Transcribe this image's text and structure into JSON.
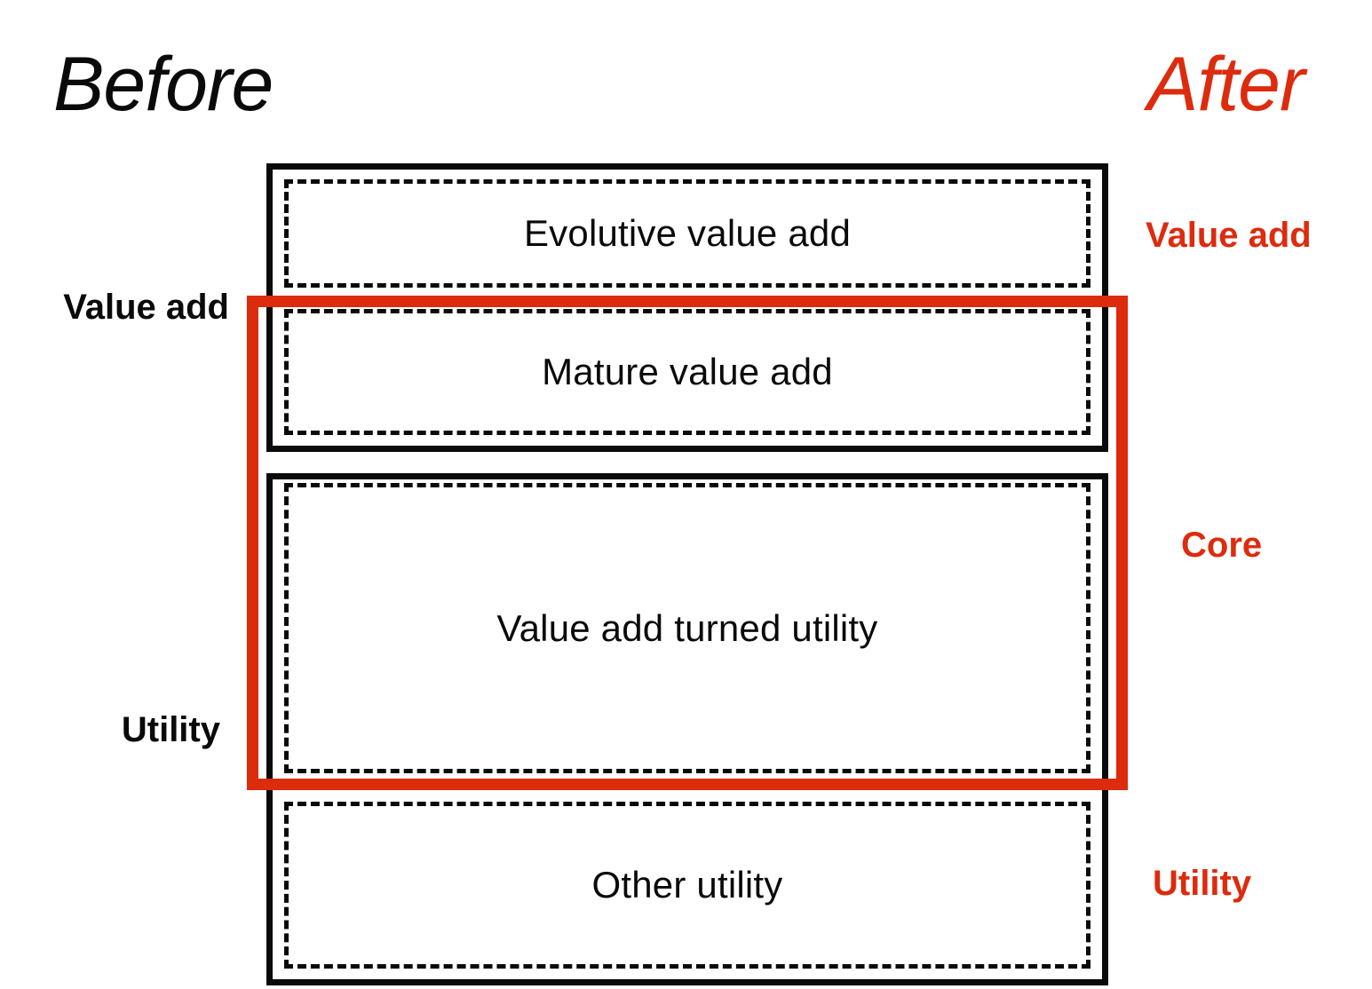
{
  "titles": {
    "before": "Before",
    "after": "After"
  },
  "colors": {
    "accent_red": "#dd2b0e",
    "ink_black": "#0a0a0a",
    "background": "#ffffff"
  },
  "left_labels": {
    "value_add": "Value add",
    "utility": "Utility"
  },
  "right_labels": {
    "value_add": "Value add",
    "core": "Core",
    "utility": "Utility"
  },
  "groups": [
    {
      "id": "value-add",
      "left_category": "Value add",
      "items": [
        {
          "id": "evolutive",
          "label": "Evolutive value add",
          "in_core": false
        },
        {
          "id": "mature",
          "label": "Mature value add",
          "in_core": true
        }
      ]
    },
    {
      "id": "utility",
      "left_category": "Utility",
      "items": [
        {
          "id": "turned",
          "label": "Value add turned utility",
          "in_core": true
        },
        {
          "id": "other",
          "label": "Other utility",
          "in_core": false
        }
      ]
    }
  ],
  "core_frame": {
    "label": "Core",
    "color": "#dd2b0e",
    "encloses": [
      "Mature value add",
      "Value add turned utility"
    ]
  }
}
